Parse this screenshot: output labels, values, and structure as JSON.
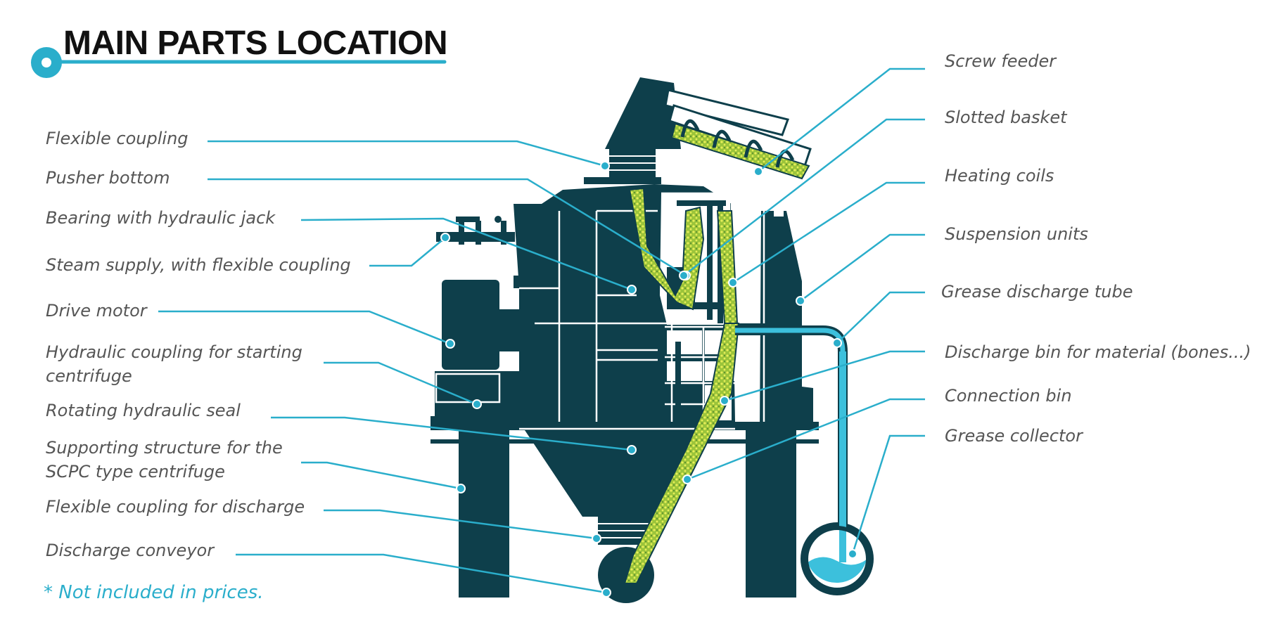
{
  "title": "MAIN PARTS LOCATION",
  "footnote": "* Not included in prices.",
  "colors": {
    "machine": "#0e3f4b",
    "leader": "#2aaecb",
    "material_fill": "#9bc43a",
    "material_dots": "#e8ef5a",
    "grease": "#3cc0dc",
    "text": "#555555",
    "title": "#111111"
  },
  "left_labels": [
    {
      "id": "flexible-coupling",
      "lines": [
        "Flexible coupling"
      ]
    },
    {
      "id": "pusher-bottom",
      "lines": [
        "Pusher bottom"
      ]
    },
    {
      "id": "bearing-hydraulic-jack",
      "lines": [
        "Bearing with hydraulic jack"
      ]
    },
    {
      "id": "steam-supply",
      "lines": [
        "Steam supply, with flexible coupling"
      ]
    },
    {
      "id": "drive-motor",
      "lines": [
        "Drive motor"
      ]
    },
    {
      "id": "hydraulic-coupling",
      "lines": [
        "Hydraulic coupling for starting",
        "centrifuge"
      ]
    },
    {
      "id": "rotating-hydraulic-seal",
      "lines": [
        "Rotating hydraulic seal"
      ]
    },
    {
      "id": "supporting-structure",
      "lines": [
        "Supporting structure for the",
        "SCPC type centrifuge"
      ]
    },
    {
      "id": "flexible-coupling-discharge",
      "lines": [
        "Flexible coupling for discharge"
      ]
    },
    {
      "id": "discharge-conveyor",
      "lines": [
        "Discharge conveyor"
      ]
    }
  ],
  "right_labels": [
    {
      "id": "screw-feeder",
      "lines": [
        "Screw feeder"
      ]
    },
    {
      "id": "slotted-basket",
      "lines": [
        "Slotted basket"
      ]
    },
    {
      "id": "heating-coils",
      "lines": [
        "Heating coils"
      ]
    },
    {
      "id": "suspension-units",
      "lines": [
        "Suspension units"
      ]
    },
    {
      "id": "grease-discharge-tube",
      "lines": [
        "Grease discharge tube"
      ]
    },
    {
      "id": "discharge-bin",
      "lines": [
        "Discharge bin for material (bones...)"
      ]
    },
    {
      "id": "connection-bin",
      "lines": [
        "Connection bin"
      ]
    },
    {
      "id": "grease-collector",
      "lines": [
        "Grease collector"
      ]
    }
  ]
}
